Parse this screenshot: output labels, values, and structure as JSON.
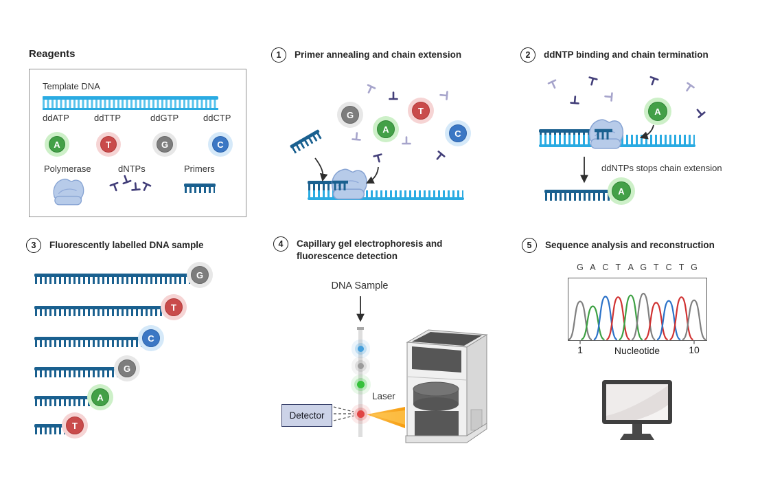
{
  "reagents": {
    "title": "Reagents",
    "template_label": "Template DNA",
    "ddntps": [
      {
        "label": "ddATP",
        "base": "A"
      },
      {
        "label": "ddTTP",
        "base": "T"
      },
      {
        "label": "ddGTP",
        "base": "G"
      },
      {
        "label": "ddCTP",
        "base": "C"
      }
    ],
    "polymerase_label": "Polymerase",
    "dntps_label": "dNTPs",
    "primers_label": "Primers"
  },
  "steps": [
    {
      "number": "1",
      "title": "Primer annealing and chain extension",
      "floating_bases": [
        "G",
        "A",
        "T",
        "C"
      ]
    },
    {
      "number": "2",
      "title": "ddNTP binding and chain termination",
      "note": "ddNTPs stops chain extension",
      "incoming_base": "A",
      "terminated_base": "A"
    },
    {
      "number": "3",
      "title": "Fluorescently labelled DNA sample",
      "strands": [
        {
          "base": "G",
          "length": 228
        },
        {
          "base": "T",
          "length": 190
        },
        {
          "base": "C",
          "length": 157
        },
        {
          "base": "G",
          "length": 122
        },
        {
          "base": "A",
          "length": 83
        },
        {
          "base": "T",
          "length": 46
        }
      ]
    },
    {
      "number": "4",
      "title": "Capillary gel electrophoresis and fluorescence detection",
      "sample_label": "DNA Sample",
      "laser_label": "Laser",
      "detector_label": "Detector",
      "dots": [
        "C",
        "G",
        "A",
        "T"
      ],
      "dot_colors": {
        "C": "#459fdc",
        "G": "#9b9b9b",
        "A": "#35c13a",
        "T": "#e04343"
      }
    },
    {
      "number": "5",
      "title": "Sequence analysis and reconstruction"
    }
  ],
  "chart_data": {
    "type": "line",
    "title": "Sanger sequencing chromatogram",
    "sequence": [
      "G",
      "A",
      "C",
      "T",
      "A",
      "G",
      "T",
      "C",
      "T",
      "G"
    ],
    "peak_heights": [
      0.63,
      0.55,
      0.71,
      0.7,
      0.73,
      0.76,
      0.61,
      0.64,
      0.7,
      0.65
    ],
    "base_colors": {
      "A": "#3da043",
      "T": "#d03232",
      "G": "#7f7f7f",
      "C": "#2b72c8"
    },
    "xlabel": "Nucleotide",
    "x_tick_labels": [
      "1",
      "10"
    ],
    "x_range": [
      1,
      10
    ],
    "grid": false,
    "legend": false
  },
  "colors": {
    "bases": {
      "A": {
        "fill": "#43a047",
        "ring": "#2f8535",
        "glow": "#cdf0c8"
      },
      "T": {
        "fill": "#c94b4b",
        "ring": "#b23a3a",
        "glow": "#f6d4d4"
      },
      "G": {
        "fill": "#7d7d7d",
        "ring": "#696969",
        "glow": "#e7e7e7"
      },
      "C": {
        "fill": "#3b77c4",
        "ring": "#2f65ad",
        "glow": "#d5e9f9"
      }
    },
    "strand_navy": "#1a608f",
    "template_cyan": "#2aabe2",
    "dntp_dark": "#413d78",
    "dntp_light": "#a6a4cb",
    "polymerase_fill": "#b7cbe9",
    "polymerase_stroke": "#86a3d3",
    "laser_orange": "#f8a81f",
    "detector_fill": "#ccd3e8",
    "detector_border": "#39426b"
  },
  "icons": {
    "dntp_icon": "T-shaped nucleotide",
    "primer_icon": "comb-shaped primer strand",
    "polymerase_icon": "polymerase blob",
    "sequencer_icon": "capillary sequencer machine",
    "monitor_icon": "computer monitor",
    "laser_icon": "laser beam",
    "capillary_icon": "capillary tube"
  }
}
